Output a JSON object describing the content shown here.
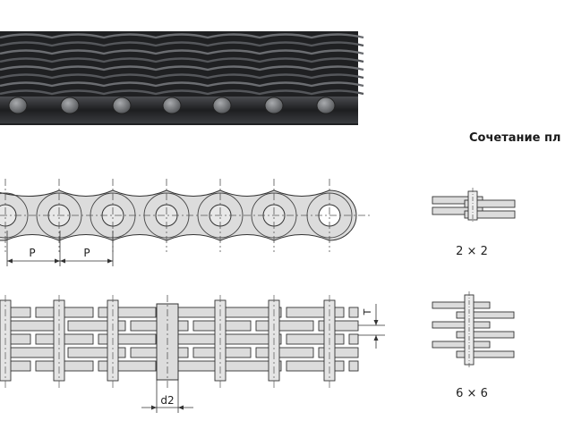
{
  "title": "Сочетание пл",
  "labels": {
    "pitch_left": "P",
    "pitch_right": "P",
    "thickness": "T",
    "pin_diameter": "d2",
    "combo_a": "2 × 2",
    "combo_b": "6 × 6"
  },
  "colors": {
    "chain_dark": "#2b2d30",
    "plate_fill": "#dcdcdc",
    "line": "#333333",
    "dash": "#555555"
  }
}
